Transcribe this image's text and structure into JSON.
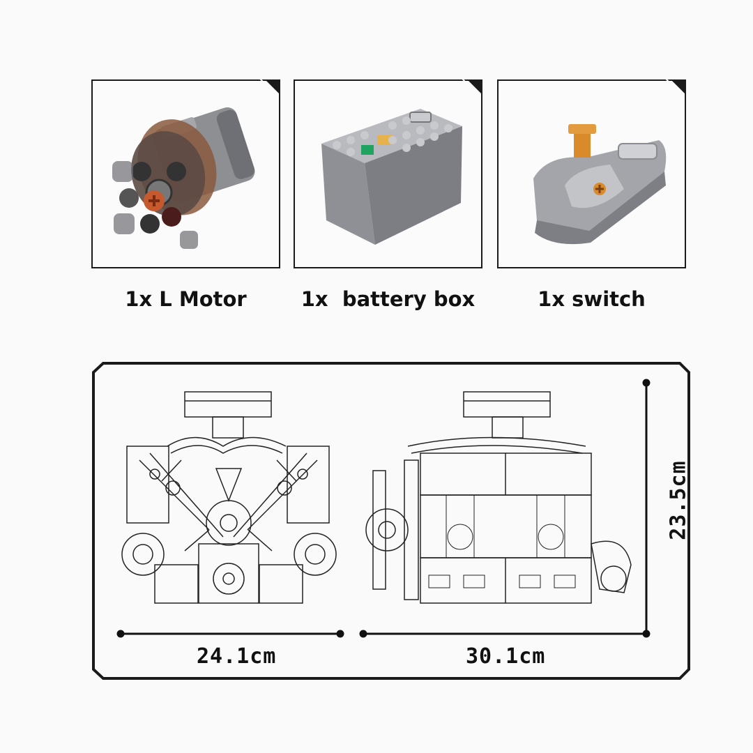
{
  "components": [
    {
      "label": "1x L Motor",
      "icon": "l-motor-icon"
    },
    {
      "label": "1x  battery box",
      "icon": "battery-box-icon"
    },
    {
      "label": "1x switch",
      "icon": "switch-icon"
    }
  ],
  "dimensions": {
    "front_width": "24.1cm",
    "side_length": "30.1cm",
    "height": "23.5cm"
  },
  "colors": {
    "frame": "#1a1a1a",
    "motor_orange": "#c65a2e",
    "brick_gray": "#9a9ca2",
    "switch_orange": "#d98a2b"
  }
}
